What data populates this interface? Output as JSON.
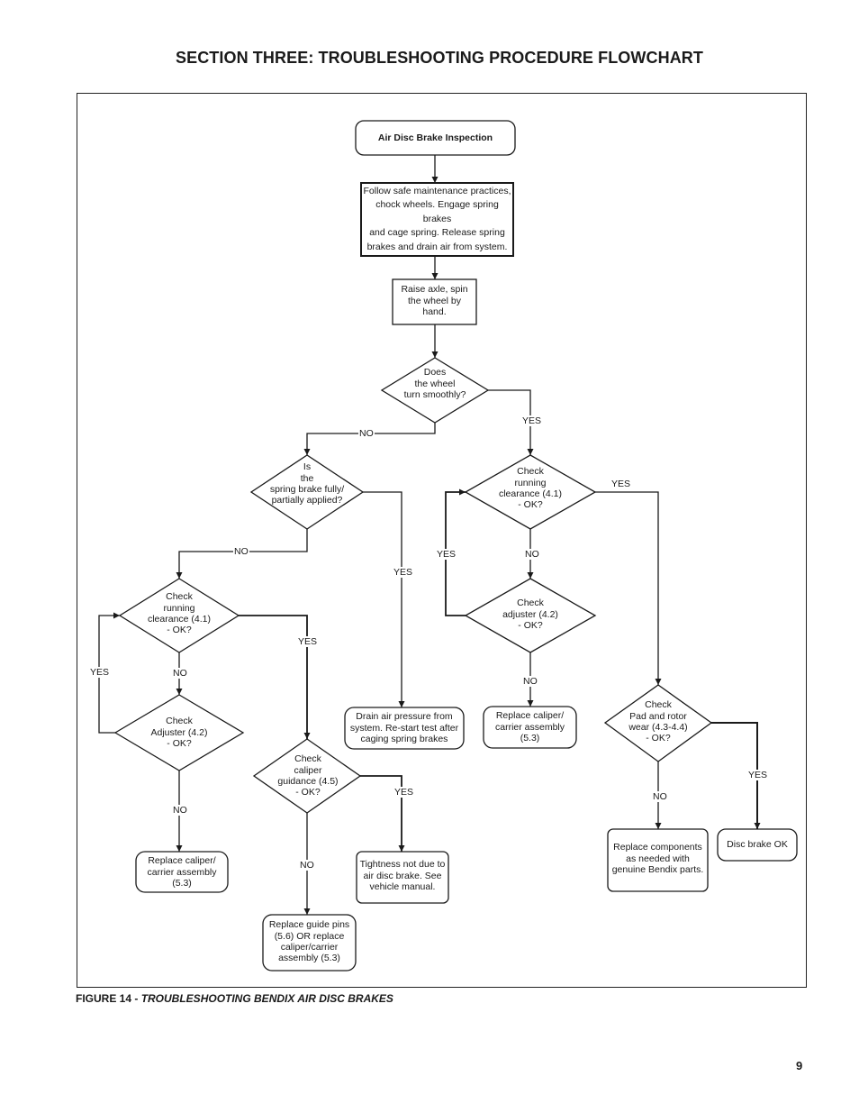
{
  "page": {
    "section_title": "SECTION THREE:  TROUBLESHOOTING PROCEDURE FLOWCHART",
    "figure_label": "FIGURE 14 - ",
    "figure_caption": "TROUBLESHOOTING BENDIX AIR DISC BRAKES",
    "page_number": "9"
  },
  "flowchart": {
    "start": "Air Disc Brake Inspection",
    "safety": "Follow safe maintenance practices,\nchock wheels.  Engage spring brakes\nand cage spring.  Release spring\nbrakes and drain air from system.",
    "raise_axle": "Raise axle, spin\nthe wheel by\nhand.",
    "wheel_turn": "Does\nthe wheel\nturn smoothly?",
    "spring_brake": "Is\nthe\nspring brake fully/\npartially applied?",
    "left_clearance": "Check\nrunning\nclearance (4.1)\n- OK?",
    "left_adjuster": "Check\nAdjuster (4.2)\n- OK?",
    "left_replace": "Replace caliper/\ncarrier assembly\n(5.3)",
    "guidance": "Check\ncaliper\nguidance (4.5)\n- OK?",
    "guide_pins": "Replace guide pins\n(5.6) OR replace\ncaliper/carrier\nassembly (5.3)",
    "tightness": "Tightness not due to\nair disc brake.  See\nvehicle manual.",
    "drain_air": "Drain air pressure from\nsystem. Re-start test after\ncaging spring brakes",
    "right_clearance": "Check\nrunning\nclearance (4.1)\n- OK?",
    "right_adjuster": "Check\nadjuster (4.2)\n- OK?",
    "right_replace": "Replace caliper/\ncarrier assembly\n(5.3)",
    "pad_rotor": "Check\nPad and rotor\nwear (4.3-4.4)\n- OK?",
    "replace_components": "Replace components\nas needed with\ngenuine Bendix parts.",
    "disc_ok": "Disc brake OK"
  },
  "labels": {
    "yes": "YES",
    "no": "NO"
  }
}
